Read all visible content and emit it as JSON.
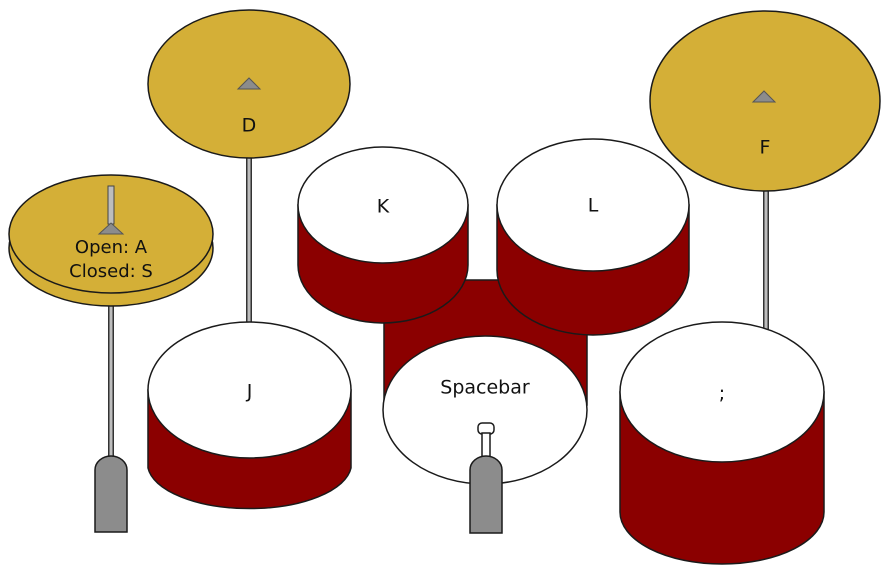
{
  "colors": {
    "cymbal": "#d4af37",
    "drum_shell": "#8b0000",
    "drum_head": "#ffffff",
    "hardware": "#8c8c8c",
    "outline": "#1a1a1a"
  },
  "hihat": {
    "open_label": "Open: A",
    "closed_label": "Closed: S",
    "icon": "hihat-stand-icon"
  },
  "crash_left": {
    "key": "D",
    "icon": "cymbal-bell-icon"
  },
  "crash_right": {
    "key": "F",
    "icon": "cymbal-bell-icon"
  },
  "tom_left": {
    "key": "K"
  },
  "tom_right": {
    "key": "L"
  },
  "snare": {
    "key": "J"
  },
  "bass_drum": {
    "key": "Spacebar",
    "icon": "kick-pedal-icon"
  },
  "floor_tom": {
    "key": ";"
  },
  "hihat_pedal": {
    "icon": "foot-pedal-icon"
  }
}
